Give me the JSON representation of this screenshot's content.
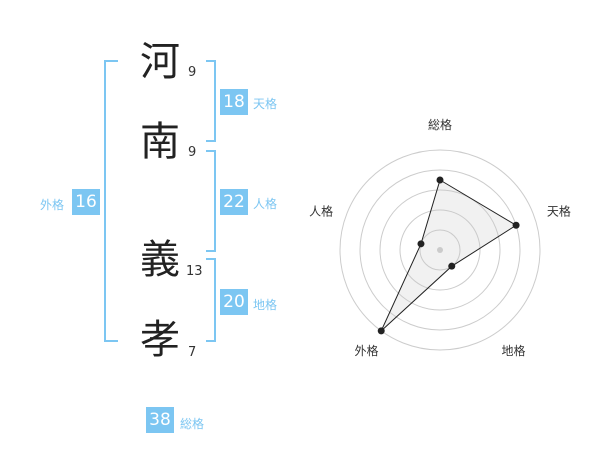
{
  "name": {
    "chars": [
      {
        "char": "河",
        "strokes": "9"
      },
      {
        "char": "南",
        "strokes": "9"
      },
      {
        "char": "義",
        "strokes": "13"
      },
      {
        "char": "孝",
        "strokes": "7"
      }
    ]
  },
  "kaku": {
    "tenkaku": {
      "value": "18",
      "label": "天格"
    },
    "jinkaku": {
      "value": "22",
      "label": "人格"
    },
    "chikaku": {
      "value": "20",
      "label": "地格"
    },
    "gaikaku": {
      "value": "16",
      "label": "外格"
    },
    "soukaku": {
      "value": "38",
      "label": "総格"
    }
  },
  "colors": {
    "accent": "#7cc6f2",
    "text": "#333333"
  },
  "chart_data": {
    "type": "radar",
    "axes": [
      "総格",
      "天格",
      "地格",
      "外格",
      "人格"
    ],
    "max": 5,
    "rings": 5,
    "grid": true,
    "values": [
      3.5,
      4,
      1,
      5,
      1
    ]
  }
}
